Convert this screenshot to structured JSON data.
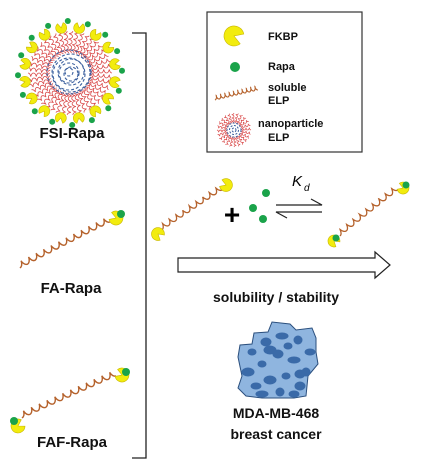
{
  "constructs": [
    {
      "id": "fsi",
      "label": "FSI-Rapa"
    },
    {
      "id": "fa",
      "label": "FA-Rapa"
    },
    {
      "id": "faf",
      "label": "FAF-Rapa"
    }
  ],
  "legend": {
    "fkbp": "FKBP",
    "rapa": "Rapa",
    "soluble_line1": "soluble",
    "soluble_line2": "ELP",
    "nano_line1": "nanoparticle",
    "nano_line2": "ELP"
  },
  "equilibrium": {
    "kd_main": "K",
    "kd_sub": "d",
    "plus": "+"
  },
  "process": {
    "label": "solubility / stability"
  },
  "cell": {
    "line1": "MDA-MB-468",
    "line2": "breast cancer"
  },
  "colors": {
    "fkbp": "#f2ec0e",
    "rapa": "#1aa34a",
    "elp_soluble": "#b5622c",
    "nano_corona": "#d94a4a",
    "nano_core": "#3a5f9e",
    "cell_fill": "#8fb5df",
    "cell_nucleus": "#3a6aa8"
  }
}
